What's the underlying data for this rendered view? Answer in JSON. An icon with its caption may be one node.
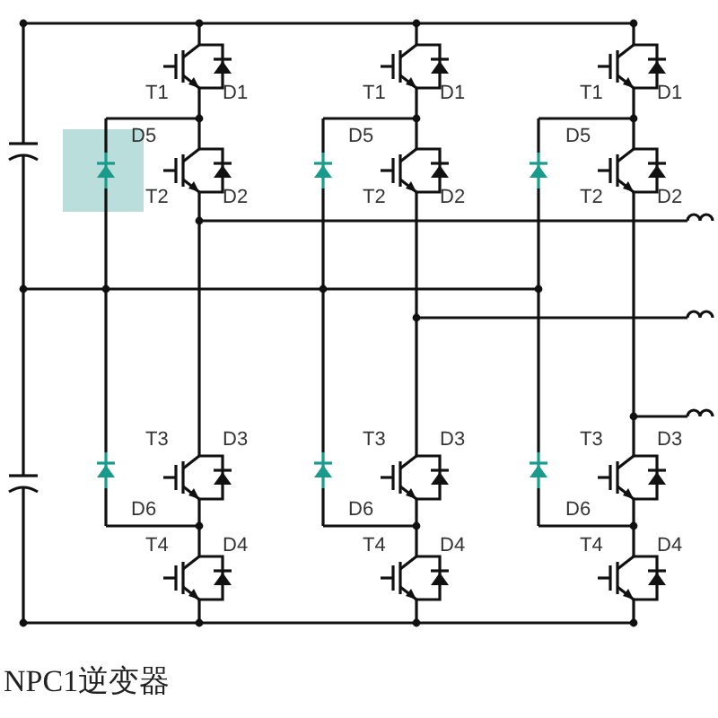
{
  "diagram": {
    "caption": "NPC1逆变器",
    "labels": [
      "T1",
      "D1",
      "T1",
      "D1",
      "T1",
      "D1",
      "D5",
      "D5",
      "D5",
      "T2",
      "D2",
      "T2",
      "D2",
      "T2",
      "D2",
      "T3",
      "D3",
      "T3",
      "D3",
      "T3",
      "D3",
      "D6",
      "D6",
      "D6",
      "T4",
      "D4",
      "T4",
      "D4",
      "T4",
      "D4"
    ]
  }
}
